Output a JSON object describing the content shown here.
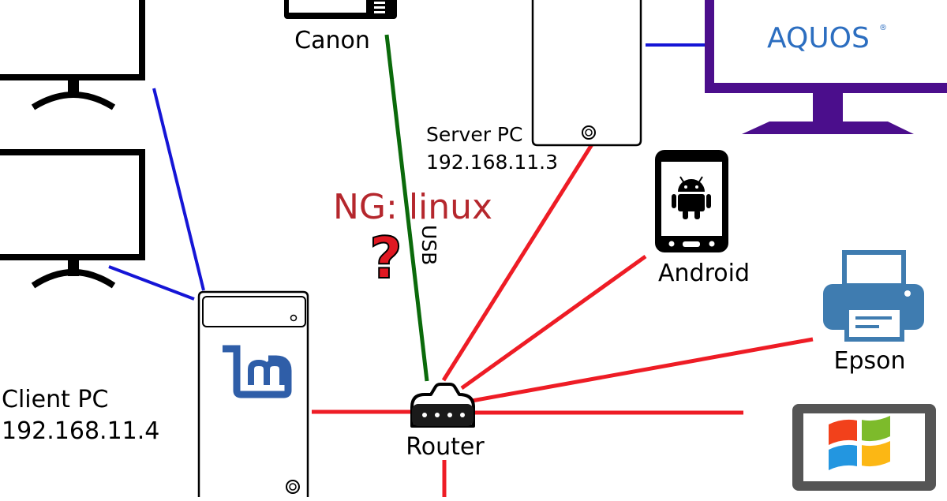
{
  "labels": {
    "canon": "Canon",
    "server_name": "Server PC",
    "server_ip": "192.168.11.3",
    "android": "Android",
    "epson": "Epson",
    "client_name": "Client PC",
    "client_ip": "192.168.11.4",
    "router": "Router",
    "usb": "USB",
    "ng_note": "NG: linux",
    "question": "?",
    "tv_brand": "AQUOS",
    "tv_brand_mark": "®"
  },
  "icons": {
    "client_os": "linux-mint-logo",
    "tablet_os": "windows-logo",
    "phone_os": "android-robot-icon"
  },
  "colors": {
    "lan_link": "#ee1c25",
    "usb_link": "#0b6a0b",
    "display_link": "#1515d6",
    "tv_frame": "#4b0e8c",
    "tv_brand": "#2c6ec0",
    "note": "#b5272d",
    "printer_blue": "#3f7cb0",
    "mint_blue": "#2f5ea8"
  }
}
